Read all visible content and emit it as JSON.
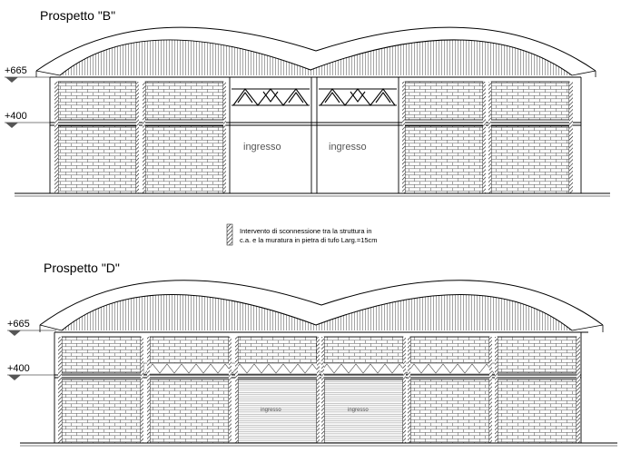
{
  "elevation_b": {
    "title": "Prospetto \"B\"",
    "level_upper": "+665",
    "level_lower": "+400",
    "door_labels": [
      "ingresso",
      "ingresso"
    ]
  },
  "legend": {
    "line1": "Intervento di sconnessione tra la struttura in",
    "line2": "c.a. e la muratura in pietra di tufo Larg.=15cm"
  },
  "elevation_d": {
    "title": "Prospetto \"D\"",
    "level_upper": "+665",
    "level_lower": "+400",
    "door_labels": [
      "ingresso",
      "ingresso"
    ]
  },
  "colors": {
    "line": "#000000",
    "brick": "#6a6a6a",
    "hatch": "#333333",
    "paper": "#ffffff"
  }
}
